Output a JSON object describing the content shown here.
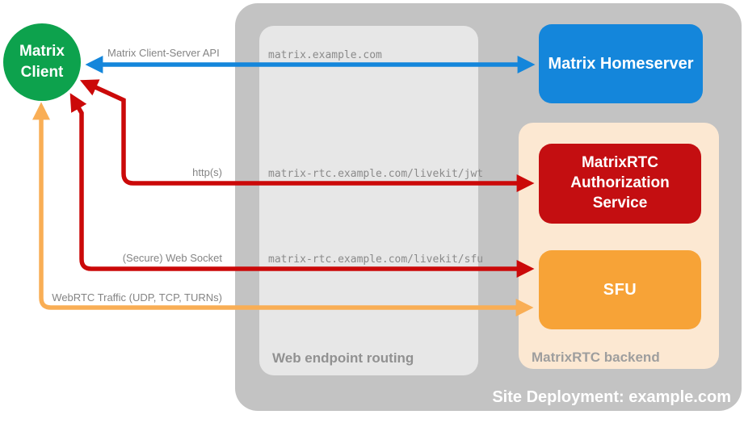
{
  "nodes": {
    "client": {
      "label": "Matrix Client",
      "color": "#0da24d"
    },
    "homeserver": {
      "label": "Matrix Homeserver",
      "color": "#1486db"
    },
    "auth": {
      "label": "MatrixRTC Authorization Service",
      "color": "#c40e11"
    },
    "sfu": {
      "label": "SFU",
      "color": "#f7a337"
    }
  },
  "containers": {
    "deployment": {
      "label": "Site Deployment: example.com",
      "color": "#c3c3c3"
    },
    "routing": {
      "label": "Web endpoint routing",
      "color": "#e7e7e7"
    },
    "backend": {
      "label": "MatrixRTC backend",
      "color": "#fce8d2"
    }
  },
  "edges": [
    {
      "id": "client-homeserver",
      "label": "Matrix Client-Server API",
      "route": "matrix.example.com",
      "color": "#1486db",
      "bidirectional": true
    },
    {
      "id": "client-auth",
      "label": "http(s)",
      "route": "matrix-rtc.example.com/livekit/jwt",
      "color": "#cb0909",
      "bidirectional": true
    },
    {
      "id": "client-sfu-ws",
      "label": "(Secure) Web Socket",
      "route": "matrix-rtc.example.com/livekit/sfu",
      "color": "#cb0909",
      "bidirectional": true
    },
    {
      "id": "client-sfu-media",
      "label": "WebRTC Traffic (UDP, TCP, TURNs)",
      "route": "",
      "color": "#f9ae55",
      "bidirectional": true
    }
  ]
}
